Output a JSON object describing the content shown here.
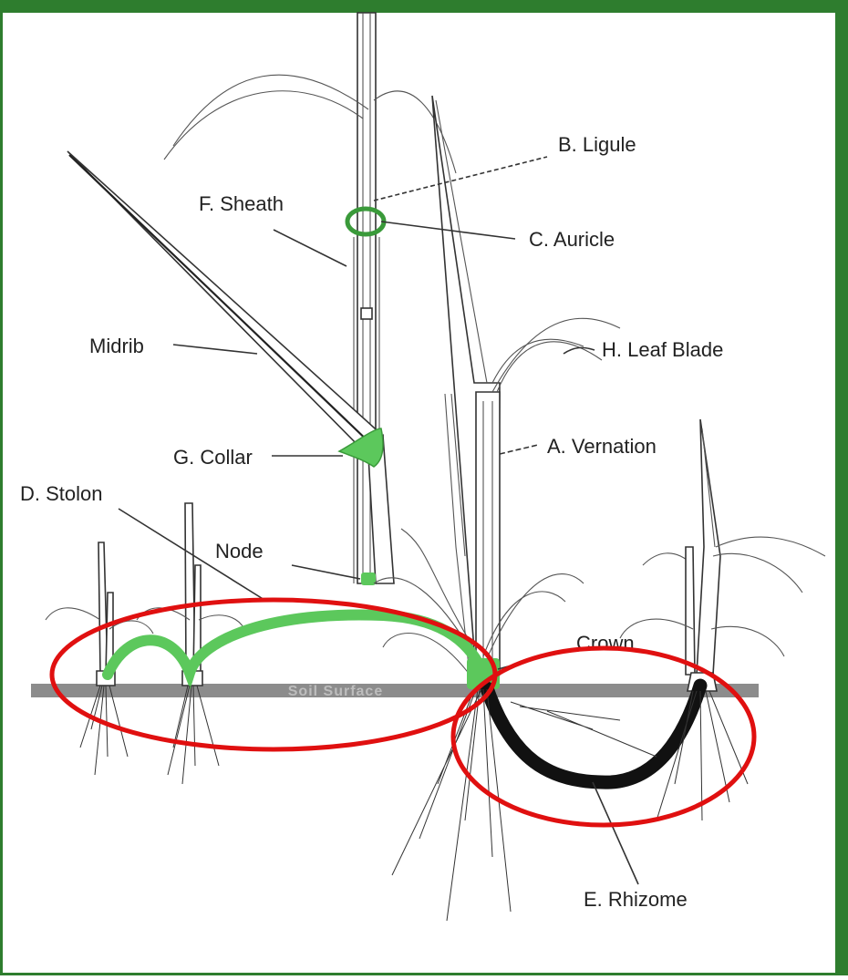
{
  "labels": {
    "ligule": "B. Ligule",
    "sheath": "F. Sheath",
    "auricle": "C. Auricle",
    "midrib": "Midrib",
    "leaf_blade": "H. Leaf Blade",
    "vernation": "A. Vernation",
    "collar": "G. Collar",
    "stolon": "D. Stolon",
    "node": "Node",
    "crown": "Crown",
    "soil_surface": "Soil Surface",
    "rhizome": "E. Rhizome"
  },
  "colors": {
    "frame_border": "#2e7d2e",
    "highlight_green": "#5cc85c",
    "annotation_red": "#e01010",
    "rhizome": "#111111",
    "soil_bar": "#8c8c8c"
  },
  "annotations": [
    {
      "name": "stolon-circle",
      "label": "D. Stolon"
    },
    {
      "name": "rhizome-circle",
      "label": "E. Rhizome"
    }
  ]
}
